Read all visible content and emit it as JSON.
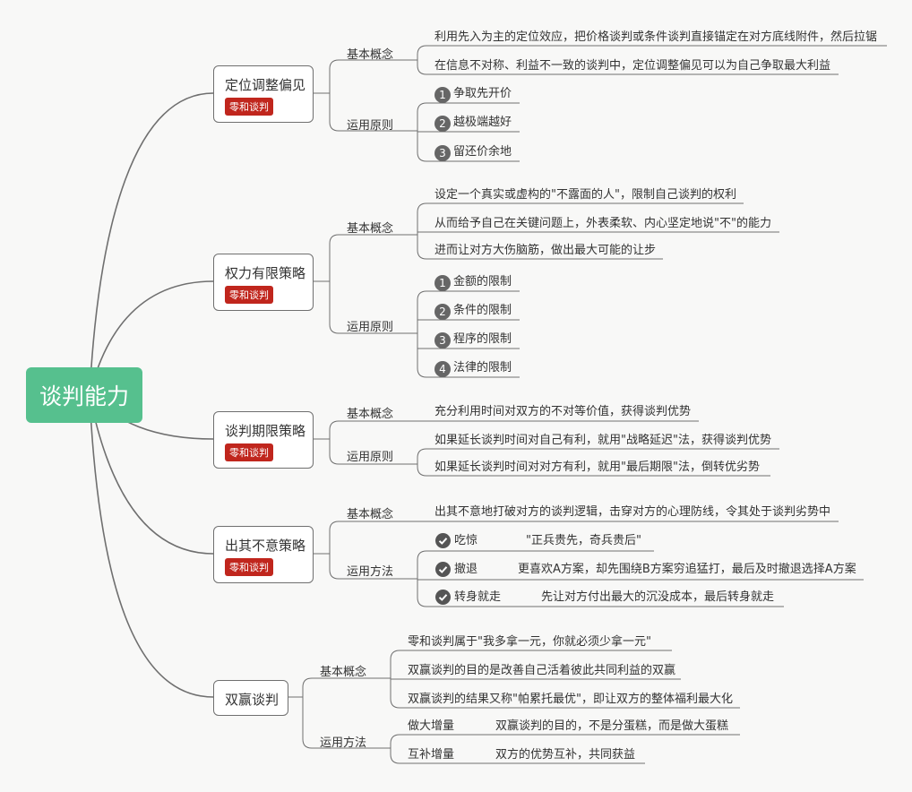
{
  "root": {
    "label": "谈判能力"
  },
  "branches": [
    {
      "title": "定位调整偏见",
      "tag": "零和谈判",
      "basic_label": "基本概念",
      "basic": [
        "利用先入为主的定位效应，把价格谈判或条件谈判直接锚定在对方底线附件，然后拉锯",
        "在信息不对称、利益不一致的谈判中，定位调整偏见可以为自己争取最大利益"
      ],
      "apply_label": "运用原则",
      "apply": [
        {
          "num": "1",
          "text": "争取先开价"
        },
        {
          "num": "2",
          "text": "越极端越好"
        },
        {
          "num": "3",
          "text": "留还价余地"
        }
      ]
    },
    {
      "title": "权力有限策略",
      "tag": "零和谈判",
      "basic_label": "基本概念",
      "basic": [
        "设定一个真实或虚构的\"不露面的人\"，限制自己谈判的权利",
        "从而给予自己在关键问题上，外表柔软、内心坚定地说\"不\"的能力",
        "进而让对方大伤脑筋，做出最大可能的让步"
      ],
      "apply_label": "运用原则",
      "apply": [
        {
          "num": "1",
          "text": "金额的限制"
        },
        {
          "num": "2",
          "text": "条件的限制"
        },
        {
          "num": "3",
          "text": "程序的限制"
        },
        {
          "num": "4",
          "text": "法律的限制"
        }
      ]
    },
    {
      "title": "谈判期限策略",
      "tag": "零和谈判",
      "basic_label": "基本概念",
      "basic": [
        "充分利用时间对双方的不对等价值，获得谈判优势"
      ],
      "apply_label": "运用原则",
      "apply_text": [
        "如果延长谈判时间对自己有利，就用\"战略延迟\"法，获得谈判优势",
        "如果延长谈判时间对对方有利，就用\"最后期限\"法，倒转优劣势"
      ]
    },
    {
      "title": "出其不意策略",
      "tag": "零和谈判",
      "basic_label": "基本概念",
      "basic": [
        "出其不意地打破对方的谈判逻辑，击穿对方的心理防线，令其处于谈判劣势中"
      ],
      "apply_label": "运用方法",
      "methods": [
        {
          "name": "吃惊",
          "desc": "\"正兵贵先，奇兵贵后\""
        },
        {
          "name": "撤退",
          "desc": "更喜欢A方案，却先围绕B方案穷追猛打，最后及时撤退选择A方案"
        },
        {
          "name": "转身就走",
          "desc": "先让对方付出最大的沉没成本，最后转身就走"
        }
      ]
    },
    {
      "title": "双赢谈判",
      "basic_label": "基本概念",
      "basic": [
        "零和谈判属于\"我多拿一元，你就必须少拿一元\"",
        "双赢谈判的目的是改善自己活着彼此共同利益的双赢",
        "双赢谈判的结果又称\"帕累托最优\"，即让双方的整体福利最大化"
      ],
      "apply_label": "运用方法",
      "methods": [
        {
          "name": "做大增量",
          "desc": "双赢谈判的目的，不是分蛋糕，而是做大蛋糕"
        },
        {
          "name": "互补增量",
          "desc": "双方的优势互补，共同获益"
        }
      ]
    }
  ],
  "colors": {
    "root": "#56c08e",
    "tag": "#c0261d",
    "line": "#6f6f6f"
  }
}
